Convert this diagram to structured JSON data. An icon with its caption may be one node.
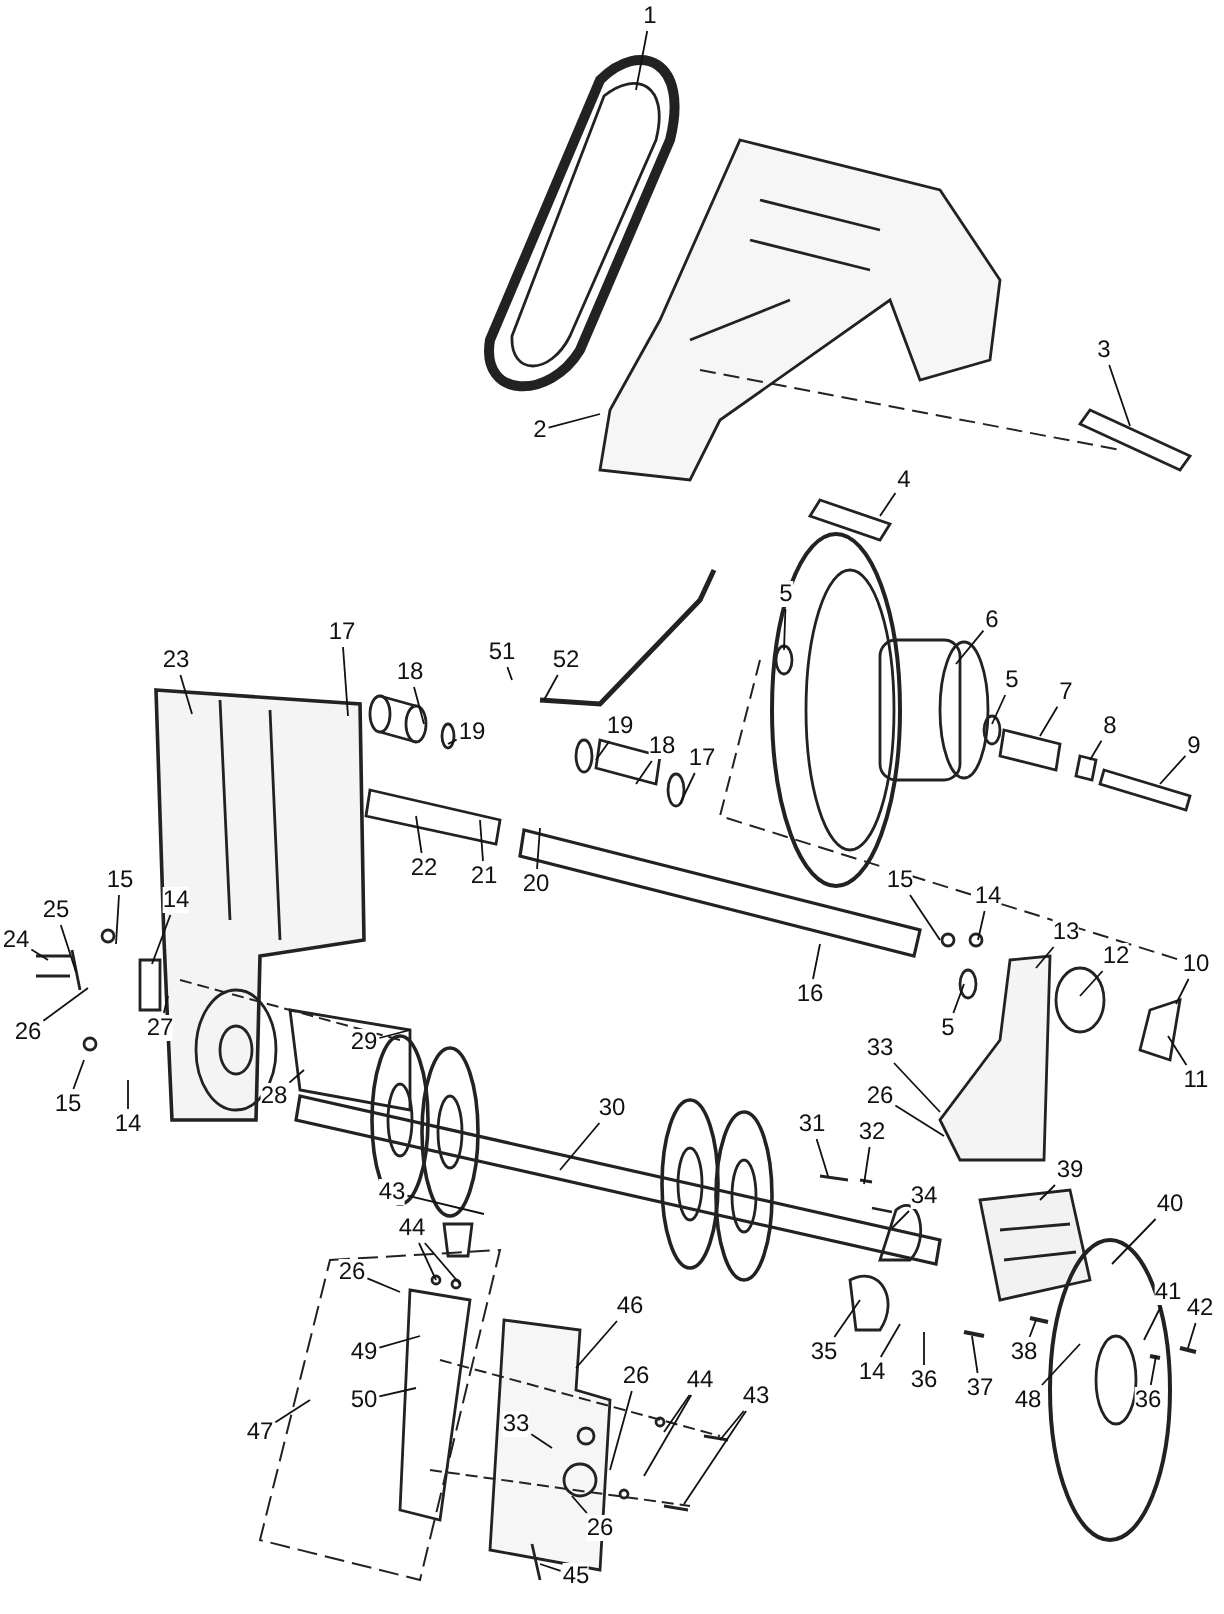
{
  "diagram": {
    "nodes": [
      {
        "text": [
          "1"
        ]
      },
      {
        "text": [
          "2"
        ]
      },
      {
        "text": [
          "3"
        ]
      },
      {
        "text": [
          "4"
        ]
      },
      {
        "text": [
          "5"
        ]
      },
      {
        "text": [
          "6"
        ]
      },
      {
        "text": [
          "5"
        ]
      },
      {
        "text": [
          "7"
        ]
      },
      {
        "text": [
          "8"
        ]
      },
      {
        "text": [
          "9"
        ]
      },
      {
        "text": [
          "15"
        ]
      },
      {
        "text": [
          "14"
        ]
      },
      {
        "text": [
          "13"
        ]
      },
      {
        "text": [
          "12"
        ]
      },
      {
        "text": [
          "10"
        ]
      },
      {
        "text": [
          "11"
        ]
      },
      {
        "text": [
          "5"
        ]
      },
      {
        "text": [
          "16"
        ]
      },
      {
        "text": [
          "33"
        ]
      },
      {
        "text": [
          "26"
        ]
      },
      {
        "text": [
          "23"
        ]
      },
      {
        "text": [
          "17"
        ]
      },
      {
        "text": [
          "18"
        ]
      },
      {
        "text": [
          "51"
        ]
      },
      {
        "text": [
          "52"
        ]
      },
      {
        "text": [
          "19"
        ]
      },
      {
        "text": [
          "19"
        ]
      },
      {
        "text": [
          "18"
        ]
      },
      {
        "text": [
          "17"
        ]
      },
      {
        "text": [
          "22"
        ]
      },
      {
        "text": [
          "21"
        ]
      },
      {
        "text": [
          "20"
        ]
      },
      {
        "text": [
          "24"
        ]
      },
      {
        "text": [
          "25"
        ]
      },
      {
        "text": [
          "15"
        ]
      },
      {
        "text": [
          "14"
        ]
      },
      {
        "text": [
          "26"
        ]
      },
      {
        "text": [
          "27"
        ]
      },
      {
        "text": [
          "15"
        ]
      },
      {
        "text": [
          "14"
        ]
      },
      {
        "text": [
          "29"
        ]
      },
      {
        "text": [
          "28"
        ]
      },
      {
        "text": [
          "30"
        ]
      },
      {
        "text": [
          "31"
        ]
      },
      {
        "text": [
          "32"
        ]
      },
      {
        "text": [
          "34"
        ]
      },
      {
        "text": [
          "39"
        ]
      },
      {
        "text": [
          "40"
        ]
      },
      {
        "text": [
          "41"
        ]
      },
      {
        "text": [
          "42"
        ]
      },
      {
        "text": [
          "43"
        ]
      },
      {
        "text": [
          "44"
        ]
      },
      {
        "text": [
          "26"
        ]
      },
      {
        "text": [
          "49"
        ]
      },
      {
        "text": [
          "46"
        ]
      },
      {
        "text": [
          "35"
        ]
      },
      {
        "text": [
          "14"
        ]
      },
      {
        "text": [
          "36"
        ]
      },
      {
        "text": [
          "37"
        ]
      },
      {
        "text": [
          "38"
        ]
      },
      {
        "text": [
          "48"
        ]
      },
      {
        "text": [
          "36"
        ]
      },
      {
        "text": [
          "50"
        ]
      },
      {
        "text": [
          "47"
        ]
      },
      {
        "text": [
          "26"
        ]
      },
      {
        "text": [
          "44"
        ]
      },
      {
        "text": [
          "43"
        ]
      },
      {
        "text": [
          "33"
        ]
      },
      {
        "text": [
          "26"
        ]
      },
      {
        "text": [
          "45"
        ]
      }
    ],
    "edges": [
      {
        "from": 0,
        "to": null,
        "arrow": "none"
      },
      {
        "from": 1,
        "to": null,
        "arrow": "none"
      },
      {
        "from": 2,
        "to": null,
        "arrow": "none"
      },
      {
        "from": 3,
        "to": null,
        "arrow": "none"
      },
      {
        "from": 4,
        "to": null,
        "arrow": "none"
      },
      {
        "from": 5,
        "to": null,
        "arrow": "none"
      },
      {
        "from": 6,
        "to": null,
        "arrow": "none"
      },
      {
        "from": 7,
        "to": null,
        "arrow": "none"
      },
      {
        "from": 8,
        "to": null,
        "arrow": "none"
      },
      {
        "from": 9,
        "to": null,
        "arrow": "none"
      },
      {
        "from": 10,
        "to": null,
        "arrow": "none"
      },
      {
        "from": 11,
        "to": null,
        "arrow": "none"
      },
      {
        "from": 12,
        "to": null,
        "arrow": "none"
      },
      {
        "from": 13,
        "to": null,
        "arrow": "none"
      },
      {
        "from": 14,
        "to": null,
        "arrow": "none"
      },
      {
        "from": 15,
        "to": null,
        "arrow": "none"
      },
      {
        "from": 16,
        "to": null,
        "arrow": "none"
      },
      {
        "from": 17,
        "to": null,
        "arrow": "none"
      },
      {
        "from": 18,
        "to": null,
        "arrow": "none"
      },
      {
        "from": 19,
        "to": null,
        "arrow": "none"
      },
      {
        "from": 20,
        "to": null,
        "arrow": "none"
      },
      {
        "from": 21,
        "to": null,
        "arrow": "none"
      },
      {
        "from": 22,
        "to": null,
        "arrow": "none"
      },
      {
        "from": 23,
        "to": null,
        "arrow": "none"
      },
      {
        "from": 24,
        "to": null,
        "arrow": "none"
      },
      {
        "from": 25,
        "to": null,
        "arrow": "none"
      },
      {
        "from": 26,
        "to": null,
        "arrow": "none"
      },
      {
        "from": 27,
        "to": null,
        "arrow": "none"
      },
      {
        "from": 28,
        "to": null,
        "arrow": "none"
      },
      {
        "from": 29,
        "to": null,
        "arrow": "none"
      },
      {
        "from": 30,
        "to": null,
        "arrow": "none"
      },
      {
        "from": 31,
        "to": null,
        "arrow": "none"
      },
      {
        "from": 32,
        "to": null,
        "arrow": "none"
      },
      {
        "from": 33,
        "to": null,
        "arrow": "none"
      },
      {
        "from": 34,
        "to": null,
        "arrow": "none"
      },
      {
        "from": 35,
        "to": null,
        "arrow": "none"
      },
      {
        "from": 36,
        "to": null,
        "arrow": "none"
      },
      {
        "from": 37,
        "to": null,
        "arrow": "none"
      },
      {
        "from": 38,
        "to": null,
        "arrow": "none"
      },
      {
        "from": 39,
        "to": null,
        "arrow": "none"
      },
      {
        "from": 40,
        "to": null,
        "arrow": "none"
      },
      {
        "from": 41,
        "to": null,
        "arrow": "none"
      },
      {
        "from": 42,
        "to": null,
        "arrow": "none"
      },
      {
        "from": 43,
        "to": null,
        "arrow": "none"
      },
      {
        "from": 44,
        "to": null,
        "arrow": "none"
      },
      {
        "from": 45,
        "to": null,
        "arrow": "none"
      },
      {
        "from": 46,
        "to": null,
        "arrow": "none"
      },
      {
        "from": 47,
        "to": null,
        "arrow": "none"
      },
      {
        "from": 48,
        "to": null,
        "arrow": "none"
      },
      {
        "from": 49,
        "to": null,
        "arrow": "none"
      },
      {
        "from": 50,
        "to": null,
        "arrow": "none"
      },
      {
        "from": 51,
        "to": null,
        "arrow": "none"
      },
      {
        "from": 51,
        "to": null,
        "arrow": "none"
      },
      {
        "from": 52,
        "to": null,
        "arrow": "none"
      },
      {
        "from": 53,
        "to": null,
        "arrow": "none"
      },
      {
        "from": 54,
        "to": null,
        "arrow": "none"
      },
      {
        "from": 55,
        "to": null,
        "arrow": "none"
      },
      {
        "from": 56,
        "to": null,
        "arrow": "none"
      },
      {
        "from": 57,
        "to": null,
        "arrow": "none"
      },
      {
        "from": 58,
        "to": null,
        "arrow": "none"
      },
      {
        "from": 59,
        "to": null,
        "arrow": "none"
      },
      {
        "from": 60,
        "to": null,
        "arrow": "none"
      },
      {
        "from": 61,
        "to": null,
        "arrow": "none"
      },
      {
        "from": 62,
        "to": null,
        "arrow": "none"
      },
      {
        "from": 63,
        "to": null,
        "arrow": "none"
      },
      {
        "from": 64,
        "to": null,
        "arrow": "none"
      },
      {
        "from": 65,
        "to": null,
        "arrow": "none"
      },
      {
        "from": 65,
        "to": null,
        "arrow": "none"
      },
      {
        "from": 66,
        "to": null,
        "arrow": "none"
      },
      {
        "from": 66,
        "to": null,
        "arrow": "none"
      },
      {
        "from": 67,
        "to": null,
        "arrow": "none"
      },
      {
        "from": 68,
        "to": null,
        "arrow": "none"
      },
      {
        "from": 69,
        "to": null,
        "arrow": "none"
      }
    ]
  }
}
